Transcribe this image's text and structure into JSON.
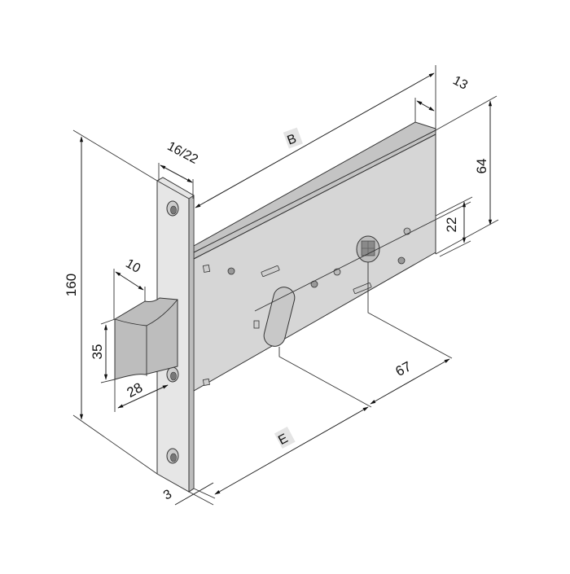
{
  "diagram": {
    "subject": "Mortise lock with latch bolt and faceplate",
    "colors": {
      "background": "#ffffff",
      "body_face": "#d6d6d6",
      "body_top": "#c4c4c4",
      "faceplate": "#e6e6e6",
      "latch": "#bdbdbd",
      "lines": "#222222",
      "label_highlight": "#e4e4e4"
    },
    "dimensions": {
      "faceplate_height": "160",
      "faceplate_width": "16/22",
      "backset_total": "B",
      "case_thickness": "13",
      "case_height": "64",
      "spindle_to_top_offset": "22",
      "distance_spindle_to_cylinder": "67",
      "backset_e": "E",
      "faceplate_thickness": "3",
      "latch_projection": "10",
      "latch_height": "35",
      "latch_width": "28"
    }
  }
}
